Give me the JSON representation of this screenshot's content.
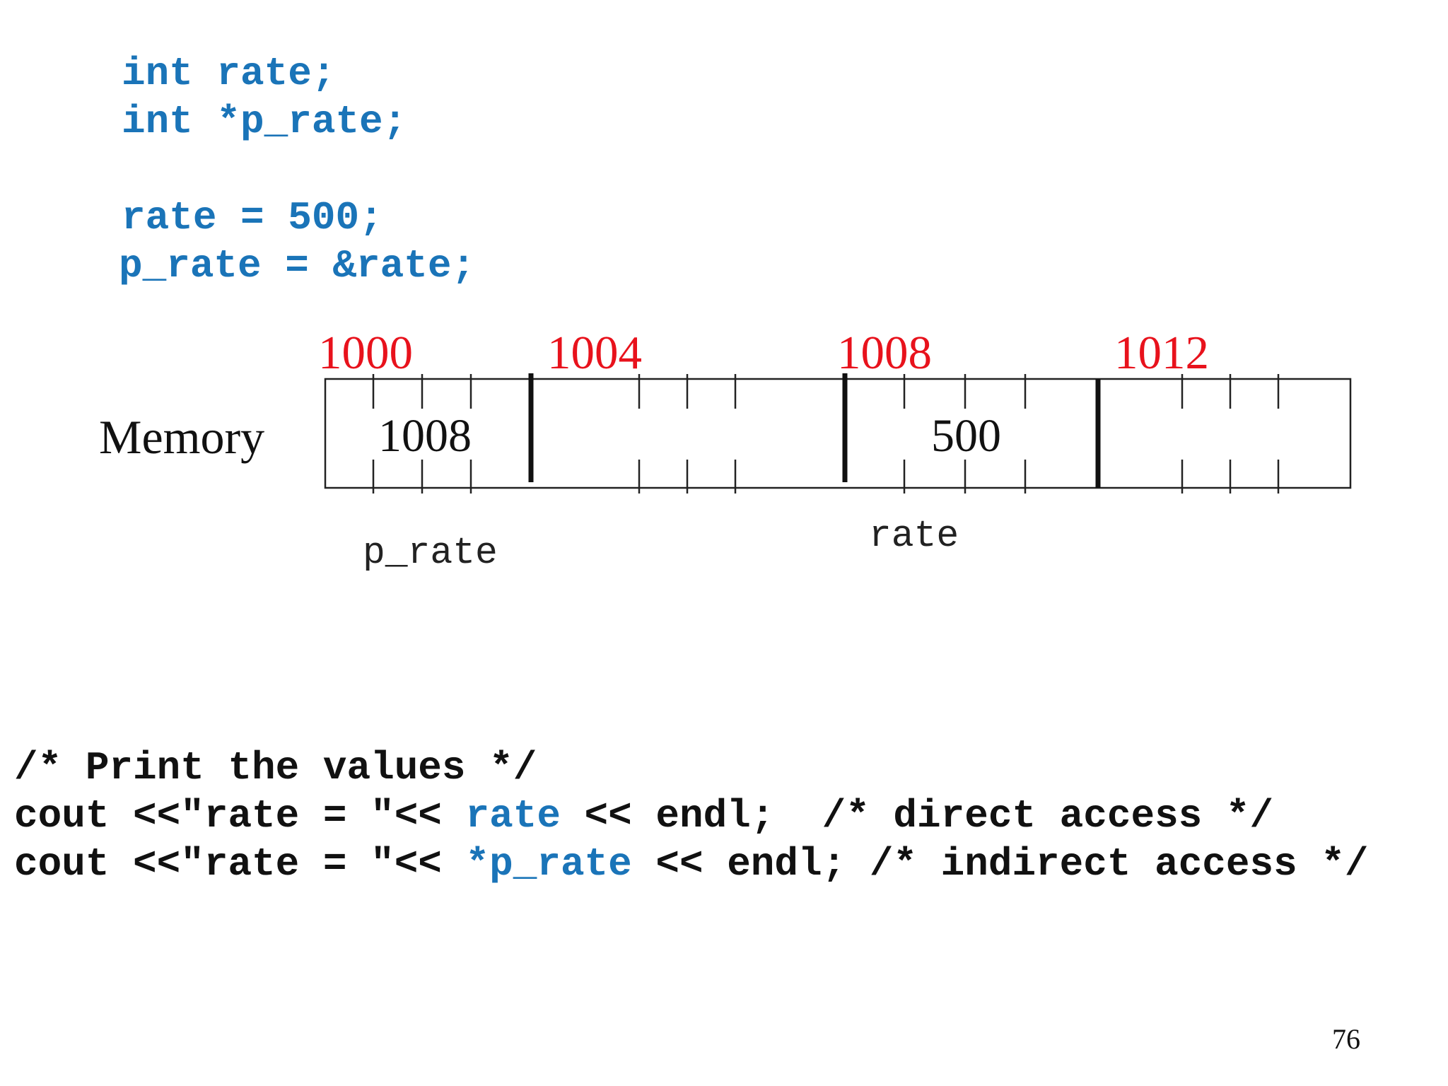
{
  "declarations": [
    "int rate;",
    "int *p_rate;",
    "",
    "rate = 500;",
    "p_rate = &rate;"
  ],
  "memory": {
    "label": "Memory",
    "addresses": [
      "1000",
      "1004",
      "1008",
      "1012"
    ],
    "cells": [
      {
        "address": "1000",
        "value": "1008",
        "name": "p_rate"
      },
      {
        "address": "1004",
        "value": "",
        "name": ""
      },
      {
        "address": "1008",
        "value": "500",
        "name": "rate"
      },
      {
        "address": "1012",
        "value": "",
        "name": ""
      }
    ]
  },
  "print_code": {
    "comment": "/* Print the values */",
    "line1": {
      "prefix": "cout <<\"rate = \"<< ",
      "highlight": "rate",
      "suffix": " << endl;  /* direct access */"
    },
    "line2": {
      "prefix": "cout <<\"rate = \"<< ",
      "highlight": "*p_rate",
      "suffix": " << endl; /* indirect access */"
    }
  },
  "page_number": "76",
  "colors": {
    "code_blue": "#1a74b8",
    "address_red": "#e8121c",
    "text_black": "#111111"
  }
}
